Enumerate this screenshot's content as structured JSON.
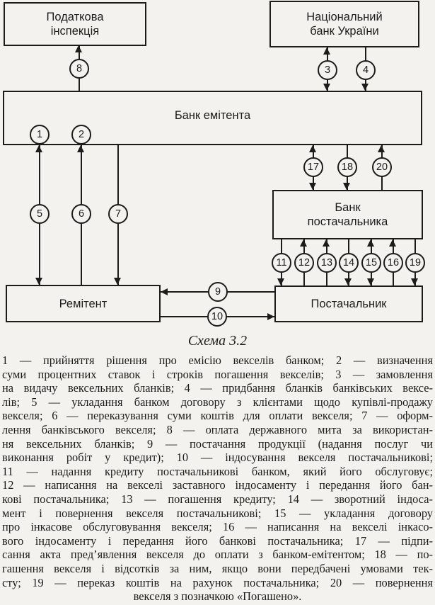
{
  "colors": {
    "ink": "#1c1c1c",
    "paper": "#f3f2ee"
  },
  "nodes": {
    "tax_inspection": {
      "lines": [
        "Податкова",
        "інспекція"
      ]
    },
    "national_bank": {
      "lines": [
        "Національний",
        "банк України"
      ]
    },
    "issuer_bank": {
      "lines": [
        "Банк емітента"
      ]
    },
    "supplier_bank": {
      "lines": [
        "Банк",
        "постачальника"
      ]
    },
    "remitent": {
      "lines": [
        "Ремітент"
      ]
    },
    "supplier": {
      "lines": [
        "Постачальник"
      ]
    }
  },
  "circles": {
    "c1": "1",
    "c2": "2",
    "c3": "3",
    "c4": "4",
    "c5": "5",
    "c6": "6",
    "c7": "7",
    "c8": "8",
    "c9": "9",
    "c10": "10",
    "c11": "11",
    "c12": "12",
    "c13": "13",
    "c14": "14",
    "c15": "15",
    "c16": "16",
    "c17": "17",
    "c18": "18",
    "c19": "19",
    "c20": "20"
  },
  "caption": "Схема 3.2",
  "legend": {
    "lines": [
      "1 — прийняття рішення про емісію векселів банком; 2 — визначення",
      "суми процентних ставок і строків погашення векселів; 3 — замовлення",
      "на видачу вексельних бланків; 4 — придбання бланків банківських вексе-",
      "лів; 5 — укладання банком договору з клієнтами щодо купівлі-продажу",
      "векселя; 6 — переказування суми коштів для оплати векселя; 7 — оформ-",
      "лення банківського векселя; 8 — оплата державного мита за використан-",
      "ня вексельних бланків; 9 — постачання продукції (надання послуг чи",
      "виконання робіт у кредит); 10 — індосування векселя постачальникові;",
      "11 — надання кредиту постачальникові банком, який його обслуговує;",
      "12 — написання на векселі заставного індосаменту і передання його бан-",
      "кові постачальника; 13 — погашення кредиту; 14 — зворотний індоса-",
      "мент і повернення векселя постачальникові; 15 — укладання договору",
      "про інкасове обслуговування векселя; 16 — написання на векселі інкасо-",
      "вого індосаменту і передання його банкові постачальника; 17 — підпи-",
      "сання акта пред’явлення векселя до оплати з банком-емітентом; 18 — по-",
      "гашення векселя і відсотків за ним, якщо вони передбачені умовами тек-",
      "сту; 19 — переказ коштів на рахунок постачальника; 20 — повернення",
      "векселя з позначкою «Погашено»."
    ]
  }
}
